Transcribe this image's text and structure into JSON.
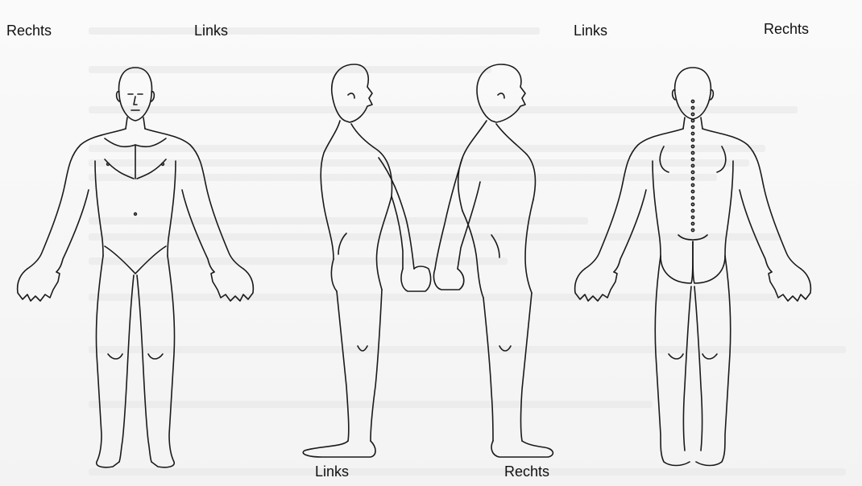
{
  "labels": {
    "front_right": "Rechts",
    "front_left": "Links",
    "profile_top_right_side": "Links",
    "back_right": "Rechts",
    "bottom_left": "Links",
    "bottom_right": "Rechts"
  },
  "colors": {
    "ink": "#1a1a1a",
    "paper": "#f7f7f7"
  }
}
